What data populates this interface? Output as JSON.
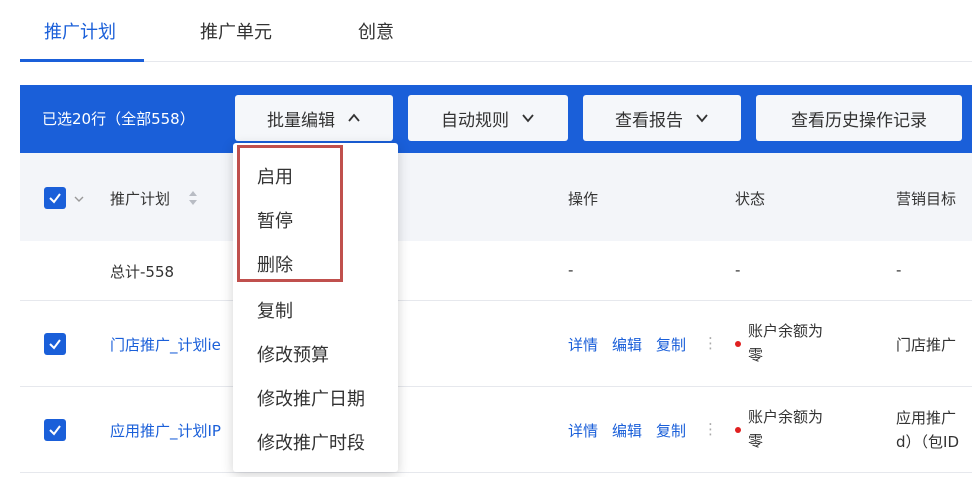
{
  "tabs": [
    {
      "label": "推广计划",
      "active": true
    },
    {
      "label": "推广单元",
      "active": false
    },
    {
      "label": "创意",
      "active": false
    }
  ],
  "toolbar": {
    "selected_count": "已选20行（全部558）",
    "batch_edit": "批量编辑",
    "auto_rules": "自动规则",
    "view_report": "查看报告",
    "history": "查看历史操作记录"
  },
  "dropdown": {
    "items": [
      "启用",
      "暂停",
      "删除",
      "复制",
      "修改预算",
      "修改推广日期",
      "修改推广时段"
    ]
  },
  "table": {
    "headers": {
      "plan": "推广计划",
      "ops": "操作",
      "status": "状态",
      "goal": "营销目标"
    },
    "total_row": {
      "plan": "总计-558",
      "ops": "-",
      "status": "-",
      "goal": "-"
    },
    "rows": [
      {
        "plan": "门店推广_计划ie",
        "ops": [
          "详情",
          "编辑",
          "复制"
        ],
        "status_line1": "账户余额为",
        "status_line2": "零",
        "goal_line1": "门店推广",
        "goal_line2": ""
      },
      {
        "plan": "应用推广_计划IP",
        "ops": [
          "详情",
          "编辑",
          "复制"
        ],
        "status_line1": "账户余额为",
        "status_line2": "零",
        "goal_line1": "应用推广",
        "goal_line2": "d）（包ID"
      }
    ]
  },
  "colors": {
    "primary": "#1a5fd9",
    "status_dot": "#e02020",
    "highlight": "#c0504d"
  }
}
